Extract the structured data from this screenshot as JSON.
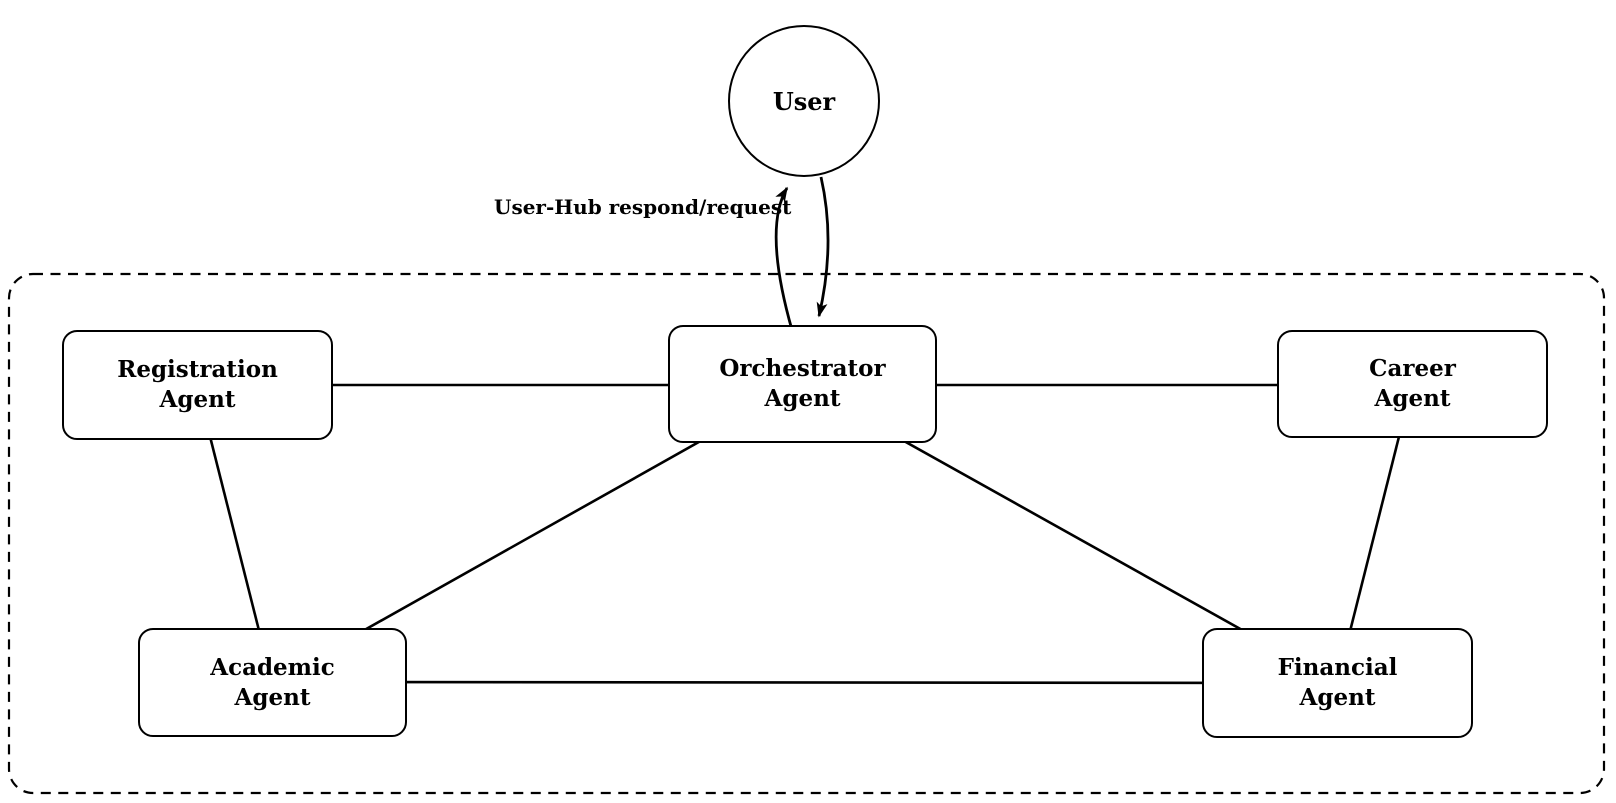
{
  "diagram": {
    "title_none_visible": "",
    "user_node": {
      "label": "User"
    },
    "edge_label": "User-Hub respond/request",
    "agents": {
      "registration": {
        "label": "Registration\nAgent"
      },
      "orchestrator": {
        "label": "Orchestrator\nAgent"
      },
      "career": {
        "label": "Career\nAgent"
      },
      "academic": {
        "label": "Academic\nAgent"
      },
      "financial": {
        "label": "Financial\nAgent"
      }
    },
    "connections": [
      {
        "from": "Registration Agent",
        "to": "Orchestrator Agent",
        "type": "line"
      },
      {
        "from": "Orchestrator Agent",
        "to": "Career Agent",
        "type": "line"
      },
      {
        "from": "Registration Agent",
        "to": "Academic Agent",
        "type": "line"
      },
      {
        "from": "Academic Agent",
        "to": "Orchestrator Agent",
        "type": "line"
      },
      {
        "from": "Orchestrator Agent",
        "to": "Financial Agent",
        "type": "line"
      },
      {
        "from": "Career Agent",
        "to": "Financial Agent",
        "type": "line"
      },
      {
        "from": "Academic Agent",
        "to": "Financial Agent",
        "type": "line"
      },
      {
        "from": "User",
        "to": "Orchestrator Agent",
        "type": "bidirectional-arrow",
        "label": "User-Hub respond/request"
      }
    ],
    "hub_boundary": {
      "style": "dashed-rounded-rectangle"
    },
    "colors": {
      "line": "#000000",
      "text": "#000000",
      "background": "#ffffff"
    }
  }
}
